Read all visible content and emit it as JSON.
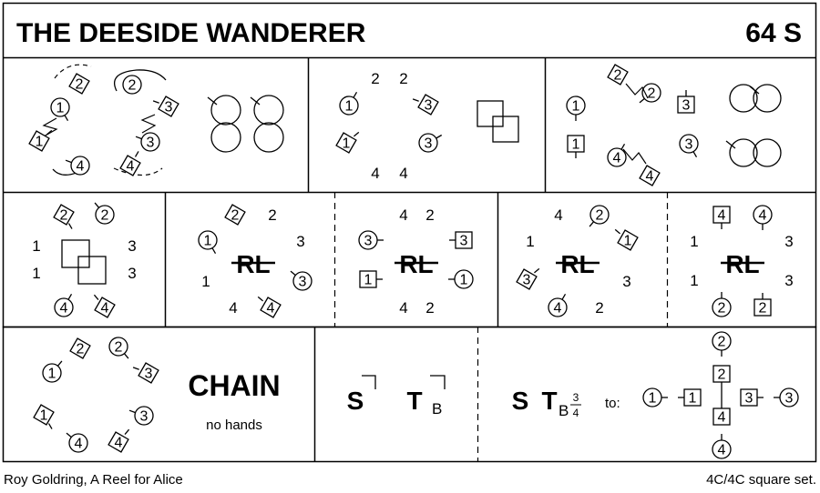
{
  "title": "THE DEESIDE WANDERER",
  "code": "64 S",
  "footer_left": "Roy Goldring, A Reel for Alice",
  "footer_right": "4C/4C  square set.",
  "rl_label": "RL",
  "chain_label": "CHAIN",
  "chain_note": "no hands",
  "label_S": "S",
  "label_T": "T",
  "label_B": "B",
  "frac_num": "3",
  "frac_den": "4",
  "to_label": "to:",
  "n1": "1",
  "n2": "2",
  "n3": "3",
  "n4": "4"
}
